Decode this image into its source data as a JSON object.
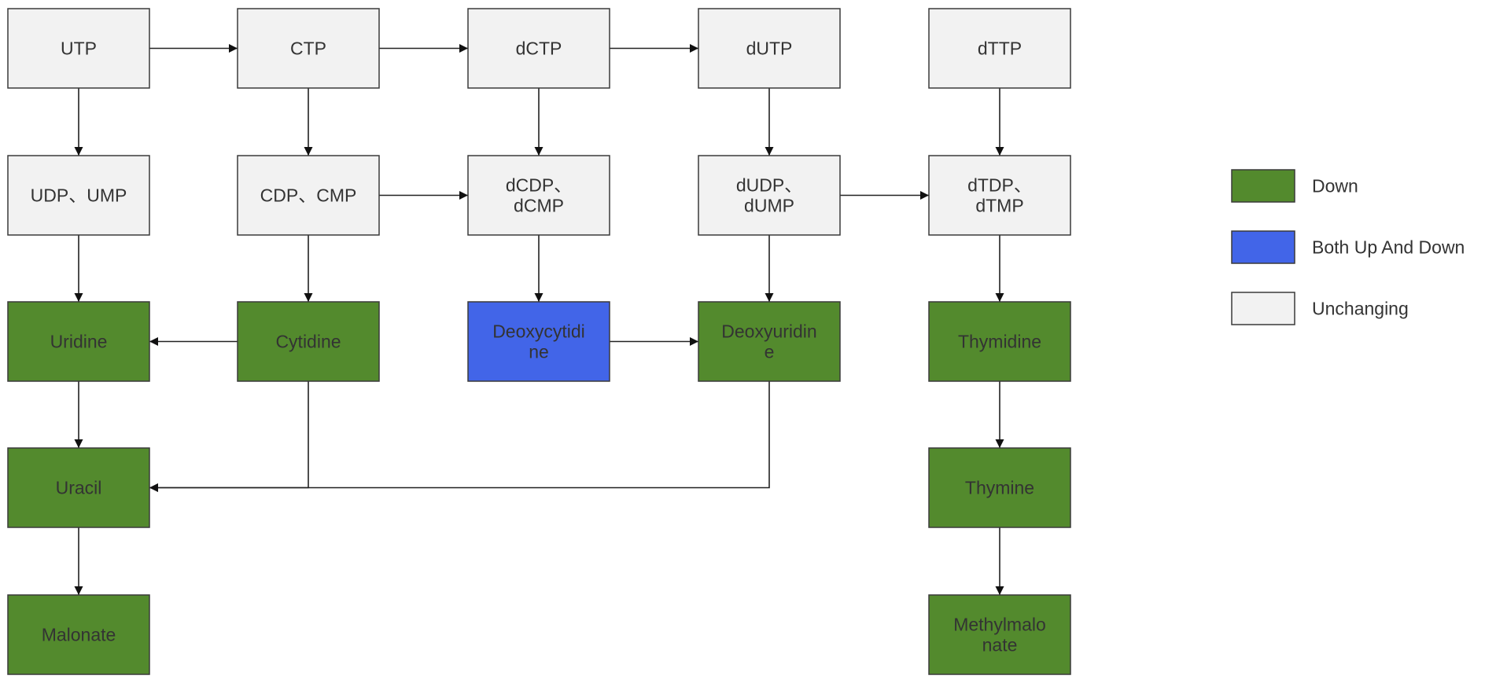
{
  "colors": {
    "down": "#538a2d",
    "both": "#4265e8",
    "unchanging": "#f2f2f2"
  },
  "nodes": [
    {
      "id": "utp",
      "lines": [
        "UTP"
      ],
      "status": "unchanging"
    },
    {
      "id": "ctp",
      "lines": [
        "CTP"
      ],
      "status": "unchanging"
    },
    {
      "id": "dctp",
      "lines": [
        "dCTP"
      ],
      "status": "unchanging"
    },
    {
      "id": "dutp",
      "lines": [
        "dUTP"
      ],
      "status": "unchanging"
    },
    {
      "id": "dttp",
      "lines": [
        "dTTP"
      ],
      "status": "unchanging"
    },
    {
      "id": "udp-ump",
      "lines": [
        "UDP、UMP"
      ],
      "status": "unchanging"
    },
    {
      "id": "cdp-cmp",
      "lines": [
        "CDP、CMP"
      ],
      "status": "unchanging"
    },
    {
      "id": "dcdp-dcmp",
      "lines": [
        "dCDP、",
        "dCMP"
      ],
      "status": "unchanging"
    },
    {
      "id": "dudp-dump",
      "lines": [
        "dUDP、",
        "dUMP"
      ],
      "status": "unchanging"
    },
    {
      "id": "dtdp-dtmp",
      "lines": [
        "dTDP、",
        "dTMP"
      ],
      "status": "unchanging"
    },
    {
      "id": "uridine",
      "lines": [
        "Uridine"
      ],
      "status": "down"
    },
    {
      "id": "cytidine",
      "lines": [
        "Cytidine"
      ],
      "status": "down"
    },
    {
      "id": "deoxycytidine",
      "lines": [
        "Deoxycytidi",
        "ne"
      ],
      "status": "both"
    },
    {
      "id": "deoxyuridine",
      "lines": [
        "Deoxyuridin",
        "e"
      ],
      "status": "down"
    },
    {
      "id": "thymidine",
      "lines": [
        "Thymidine"
      ],
      "status": "down"
    },
    {
      "id": "uracil",
      "lines": [
        "Uracil"
      ],
      "status": "down"
    },
    {
      "id": "thymine",
      "lines": [
        "Thymine"
      ],
      "status": "down"
    },
    {
      "id": "malonate",
      "lines": [
        "Malonate"
      ],
      "status": "down"
    },
    {
      "id": "methylmalonate",
      "lines": [
        "Methylmalo",
        "nate"
      ],
      "status": "down"
    }
  ],
  "edges": [
    {
      "from": "utp",
      "to": "ctp"
    },
    {
      "from": "ctp",
      "to": "dctp"
    },
    {
      "from": "dctp",
      "to": "dutp"
    },
    {
      "from": "utp",
      "to": "udp-ump"
    },
    {
      "from": "ctp",
      "to": "cdp-cmp"
    },
    {
      "from": "dctp",
      "to": "dcdp-dcmp"
    },
    {
      "from": "dutp",
      "to": "dudp-dump"
    },
    {
      "from": "dttp",
      "to": "dtdp-dtmp"
    },
    {
      "from": "cdp-cmp",
      "to": "dcdp-dcmp"
    },
    {
      "from": "dudp-dump",
      "to": "dtdp-dtmp"
    },
    {
      "from": "udp-ump",
      "to": "uridine"
    },
    {
      "from": "cdp-cmp",
      "to": "cytidine"
    },
    {
      "from": "dcdp-dcmp",
      "to": "deoxycytidine"
    },
    {
      "from": "dudp-dump",
      "to": "deoxyuridine"
    },
    {
      "from": "dtdp-dtmp",
      "to": "thymidine"
    },
    {
      "from": "cytidine",
      "to": "uridine"
    },
    {
      "from": "deoxycytidine",
      "to": "deoxyuridine"
    },
    {
      "from": "uridine",
      "to": "uracil"
    },
    {
      "from": "cytidine",
      "to": "uracil"
    },
    {
      "from": "deoxyuridine",
      "to": "uracil"
    },
    {
      "from": "uracil",
      "to": "malonate"
    },
    {
      "from": "thymidine",
      "to": "thymine"
    },
    {
      "from": "thymine",
      "to": "methylmalonate"
    }
  ],
  "legend": [
    {
      "label": "Down",
      "status": "down"
    },
    {
      "label": "Both Up And Down",
      "status": "both"
    },
    {
      "label": "Unchanging",
      "status": "unchanging"
    }
  ]
}
